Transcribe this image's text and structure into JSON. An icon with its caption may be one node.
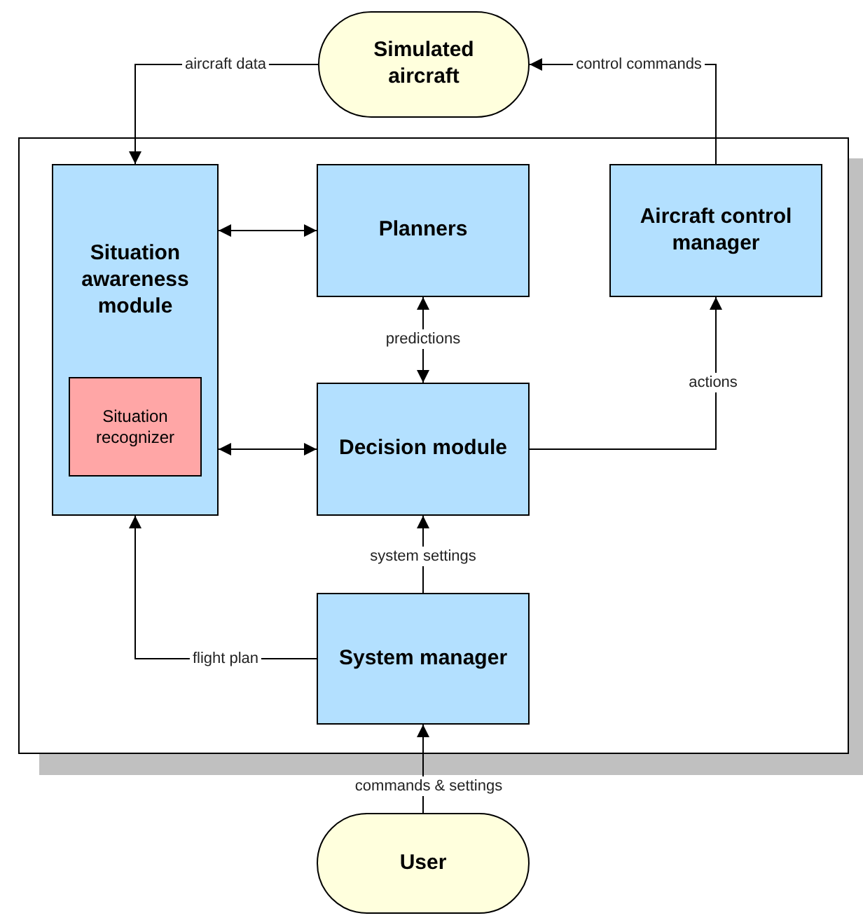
{
  "diagram": {
    "nodes": [
      {
        "text": [
          "Simulated aircraft"
        ]
      },
      {
        "text": [],
        "shape": "box"
      },
      {
        "text": [
          "Situation awareness module"
        ],
        "in": 1
      },
      {
        "text": [
          "Situation recognizer"
        ],
        "in": 2
      },
      {
        "text": [
          "Planners"
        ],
        "in": 1
      },
      {
        "text": [
          "Aircraft control manager"
        ],
        "in": 1
      },
      {
        "text": [
          "Decision module"
        ],
        "in": 1
      },
      {
        "text": [
          "System manager"
        ],
        "in": 1
      },
      {
        "text": [
          "User"
        ]
      }
    ],
    "edges": [
      {
        "from": 0,
        "to": 2,
        "arrow": "to",
        "label": "aircraft data"
      },
      {
        "from": 5,
        "to": 0,
        "arrow": "to",
        "label": "control commands"
      },
      {
        "from": 2,
        "to": 4,
        "arrow": "both"
      },
      {
        "from": 4,
        "to": 6,
        "arrow": "both",
        "label": "predictions"
      },
      {
        "from": 2,
        "to": 6,
        "arrow": "both"
      },
      {
        "from": 6,
        "to": 5,
        "arrow": "to",
        "label": "actions"
      },
      {
        "from": 7,
        "to": 6,
        "arrow": "to",
        "label": "system settings"
      },
      {
        "from": 7,
        "to": 2,
        "arrow": "to",
        "label": "flight plan"
      },
      {
        "from": 8,
        "to": 7,
        "arrow": "to",
        "label": "commands & settings"
      }
    ]
  }
}
